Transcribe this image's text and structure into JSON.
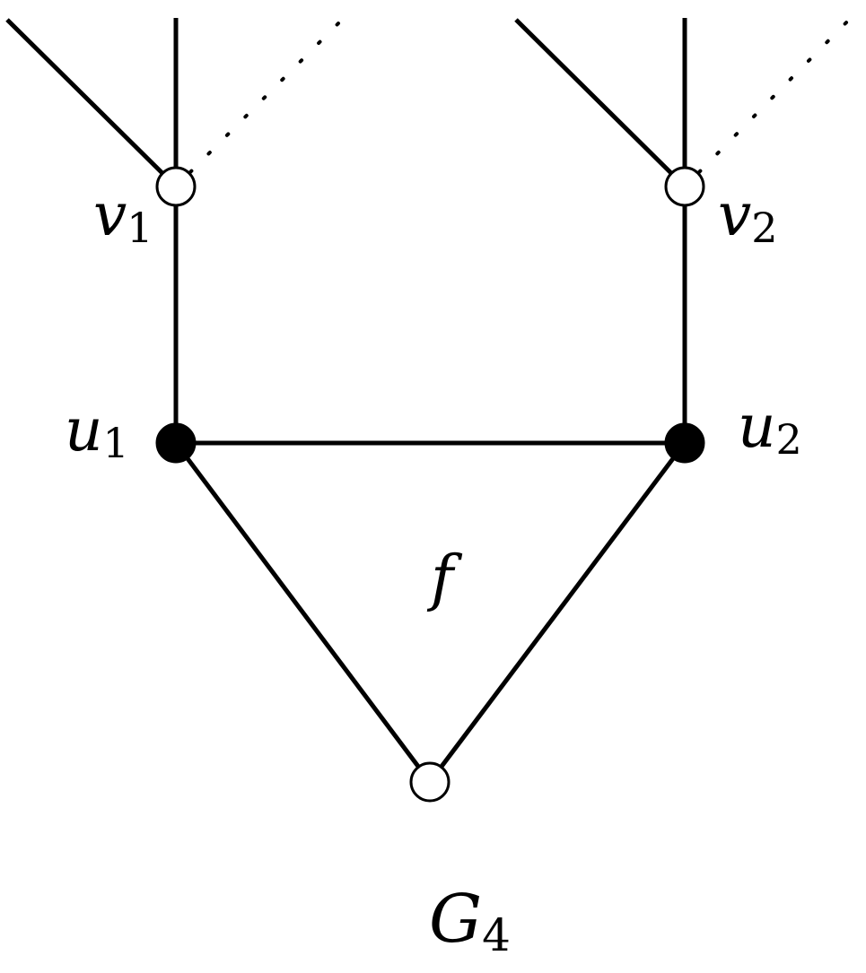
{
  "figure": {
    "caption": {
      "main": "G",
      "sub": "4"
    },
    "face_label": "f",
    "colors": {
      "line": "#000000",
      "filled": "#000000",
      "open": "#ffffff",
      "background": "#ffffff"
    },
    "nodes": [
      {
        "id": "v1",
        "label": {
          "main": "v",
          "sub": "1"
        },
        "style": "open"
      },
      {
        "id": "v2",
        "label": {
          "main": "v",
          "sub": "2"
        },
        "style": "open"
      },
      {
        "id": "u1",
        "label": {
          "main": "u",
          "sub": "1"
        },
        "style": "filled"
      },
      {
        "id": "u2",
        "label": {
          "main": "u",
          "sub": "2"
        },
        "style": "filled"
      },
      {
        "id": "w",
        "label": null,
        "style": "open"
      }
    ],
    "edges": [
      {
        "from": "v1",
        "to": "u1",
        "style": "solid"
      },
      {
        "from": "v2",
        "to": "u2",
        "style": "solid"
      },
      {
        "from": "u1",
        "to": "u2",
        "style": "solid"
      },
      {
        "from": "u1",
        "to": "w",
        "style": "solid"
      },
      {
        "from": "u2",
        "to": "w",
        "style": "solid"
      }
    ],
    "dangling_edges": [
      {
        "node": "v1",
        "direction": "up-left",
        "style": "solid"
      },
      {
        "node": "v1",
        "direction": "up",
        "style": "solid"
      },
      {
        "node": "v1",
        "direction": "up-right",
        "style": "dotted"
      },
      {
        "node": "v2",
        "direction": "up-left",
        "style": "solid"
      },
      {
        "node": "v2",
        "direction": "up",
        "style": "solid"
      },
      {
        "node": "v2",
        "direction": "up-right",
        "style": "dotted"
      }
    ]
  }
}
